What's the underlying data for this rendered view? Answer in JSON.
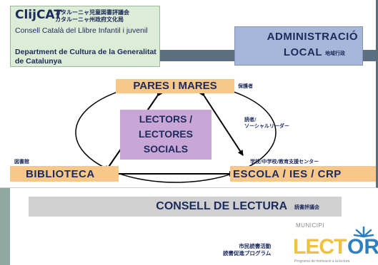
{
  "clijcat": {
    "title": "ClijCAT",
    "title_jp": "カタルーニャ児童図書評議会\nカタルーニャ州政府文化局",
    "consell": "Consell Català del Llibre Infantil i juvenil",
    "dept": "Department de Cultura de la Generalitat de Catalunya"
  },
  "administracio": {
    "line1": "ADMINISTRACIÓ",
    "line2": "LOCAL",
    "jp": "地域行政"
  },
  "pares": {
    "label": "PARES I MARES",
    "jp": "保護者"
  },
  "lectors": {
    "line1": "LECTORS /",
    "line2": "LECTORES",
    "line3": "SOCIALS"
  },
  "lectors_jp": "読者/\nソーシャルリーダー",
  "biblioteca": {
    "label": "BIBLIOTECA",
    "jp": "図書館"
  },
  "escola": {
    "label": "ESCOLA / IES / CRP",
    "jp": "学校/中学校/教育支援センター"
  },
  "consell": {
    "label": "CONSELL DE LECTURA",
    "jp": "読書評議会"
  },
  "municipi": {
    "jp": "市民読書活動\n読書促進プログラム",
    "logo_top": "MUNICIPI",
    "logo_lect": "LECT",
    "logo_or": "OR",
    "logo_tag": "Programa de motivació a la lectura"
  },
  "colors": {
    "navy": "#1d2b5c",
    "orange_box": "#f8c78a",
    "purple_box": "#c8a6d6",
    "blue_box": "#a6b8d9",
    "green_box": "#dcecd6"
  }
}
